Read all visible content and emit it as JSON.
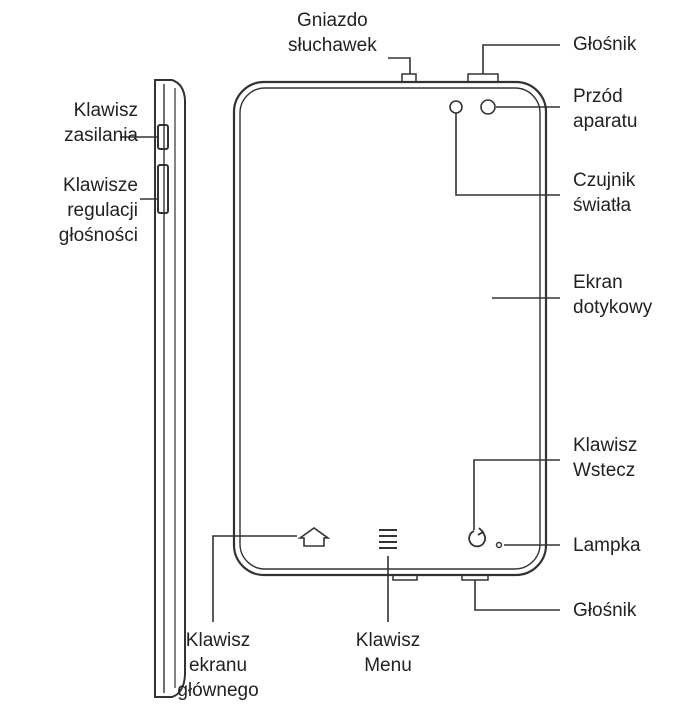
{
  "labels": {
    "headphone_jack": [
      "Gniazdo",
      "słuchawek"
    ],
    "speaker_top": [
      "Głośnik"
    ],
    "front_camera": [
      "Przód",
      "aparatu"
    ],
    "light_sensor": [
      "Czujnik",
      "światła"
    ],
    "touchscreen": [
      "Ekran",
      "dotykowy"
    ],
    "back_key": [
      "Klawisz",
      "Wstecz"
    ],
    "led_lamp": [
      "Lampka"
    ],
    "speaker_bottom": [
      "Głośnik"
    ],
    "power_key": [
      "Klawisz",
      "zasilania"
    ],
    "volume_keys": [
      "Klawisze",
      "regulacji",
      "głośności"
    ],
    "home_key": [
      "Klawisz",
      "ekranu",
      "głównego"
    ],
    "menu_key": [
      "Klawisz",
      "Menu"
    ]
  },
  "icons": [
    "home-icon",
    "menu-icon",
    "back-icon"
  ],
  "colors": {
    "line": "#333333",
    "text": "#222222",
    "background": "#ffffff"
  }
}
